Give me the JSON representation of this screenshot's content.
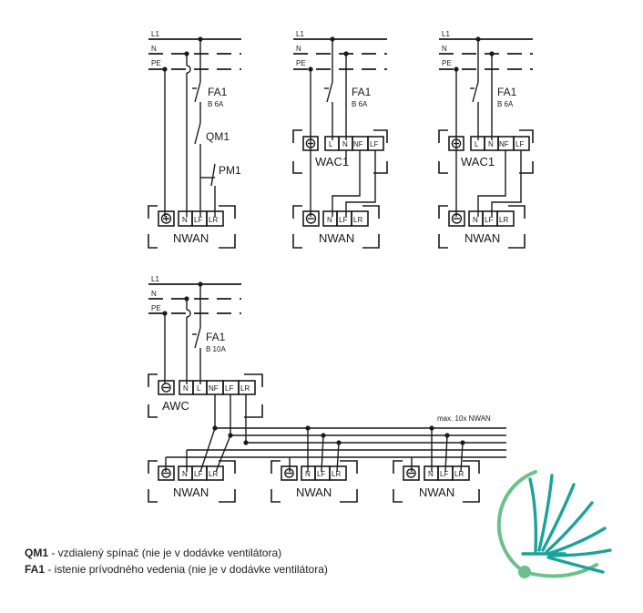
{
  "lines": {
    "l1": "L1",
    "n": "N",
    "pe": "PE"
  },
  "breakers": {
    "fa1_6a": {
      "name": "FA1",
      "rating": "B 6A"
    },
    "fa1_10a": {
      "name": "FA1",
      "rating": "B 10A"
    }
  },
  "switches": {
    "qm1": "QM1",
    "pm1": "PM1"
  },
  "terminals": {
    "nwan": [
      "N",
      "LF",
      "LR"
    ],
    "wac": [
      "L",
      "N",
      "NF",
      "LF"
    ],
    "awc": [
      "N",
      "L",
      "NF",
      "LF",
      "LR"
    ]
  },
  "devices": {
    "nwan": "NWAN",
    "wac": "WAC1",
    "awc": "AWC"
  },
  "max_note": "max. 10x NWAN",
  "legend": [
    {
      "term": "QM1",
      "desc": " - vzdialený spínač (nie je v dodávke ventilátora)"
    },
    {
      "term": "FA1",
      "desc": " - istenie prívodného vedenia (nie je v dodávke ventilátora)"
    }
  ],
  "colors": {
    "logo_teal": "#1aa39a",
    "logo_green": "#6cc08c",
    "ink": "#1a1a1a"
  }
}
